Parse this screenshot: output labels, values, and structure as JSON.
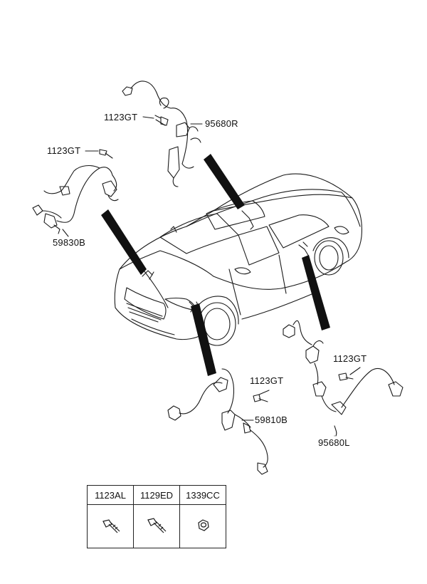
{
  "labels": {
    "rr_bolt": "1123GT",
    "rr_sensor": "95680R",
    "fl_bolt": "1123GT",
    "fl_sensor": "59830B",
    "fr_bolt": "1123GT",
    "fr_sensor": "59810B",
    "rl_bolt": "1123GT",
    "rl_sensor": "95680L"
  },
  "parts_table": {
    "headers": [
      "1123AL",
      "1129ED",
      "1339CC"
    ],
    "icons": [
      "bolt-icon",
      "bolt-icon",
      "nut-icon"
    ]
  },
  "colors": {
    "line": "#1a1a1a",
    "pointer": "#111111"
  }
}
